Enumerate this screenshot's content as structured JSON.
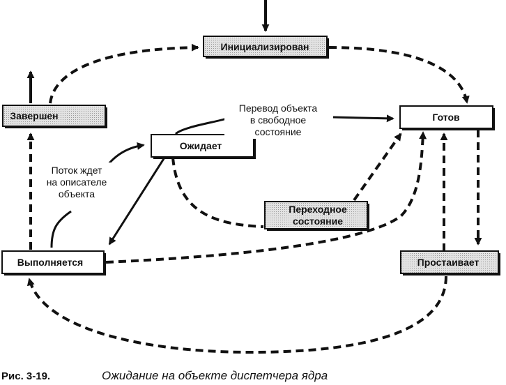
{
  "states": {
    "initialized": "Инициализирован",
    "ready": "Готов",
    "terminated": "Завершен",
    "waiting": "Ожидает",
    "transition_line1": "Переходное",
    "transition_line2": "состояние",
    "running": "Выполняется",
    "standby": "Простаивает"
  },
  "notes": {
    "signal_line1": "Перевод объекта",
    "signal_line2": "в свободное",
    "signal_line3": "состояние",
    "wait_line1": "Поток ждет",
    "wait_line2": "на описателе",
    "wait_line3": "объекта"
  },
  "caption": {
    "number": "Рис. 3-19.",
    "text": "Ожидание на объекте диспетчера ядра"
  },
  "colors": {
    "line": "#111111",
    "shaded_box": "#d6d6d6",
    "white_box": "#ffffff"
  }
}
